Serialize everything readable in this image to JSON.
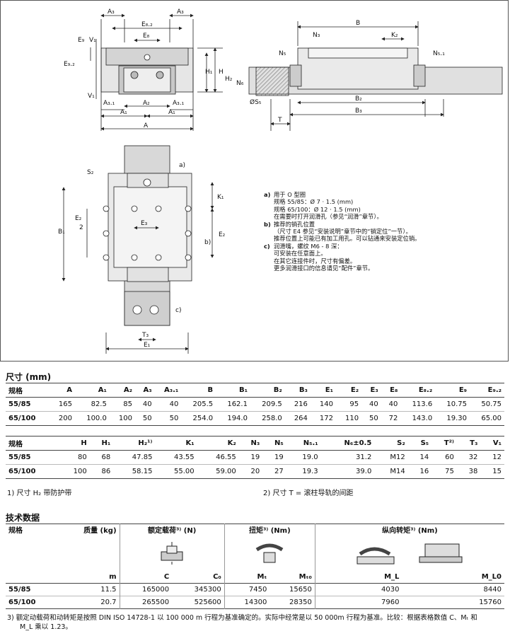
{
  "legend": {
    "a_key": "a)",
    "a_lines": [
      "用于 O 型圈",
      "规格 55/85：Ø 7 · 1.5 (mm)",
      "规格 65/100：Ø 12 · 1.5 (mm)",
      "在需要时打开润滑孔（参见“润滑”章节）。"
    ],
    "b_key": "b)",
    "b_lines": [
      "推荐的销孔位置",
      "（尺寸 E4 参见“安装说明”章节中的“销定位”一节）。",
      "推荐位置上可能已有加工用孔。可以钻通来安装定位销。"
    ],
    "c_key": "c)",
    "c_lines": [
      "润滑嘴，螺纹 M6 - 8 深：",
      "可安装在任意面上。",
      "在其它连接件时，尺寸有偏差。",
      "更多润滑接口的信息请见“配件”章节。"
    ]
  },
  "dims_title": "尺寸 (mm)",
  "table1": {
    "headers": [
      "规格",
      "A",
      "A₁",
      "A₂",
      "A₃",
      "A₃.₁",
      "B",
      "B₁",
      "B₂",
      "B₃",
      "E₁",
      "E₂",
      "E₃",
      "E₈",
      "E₈.₂",
      "E₉",
      "E₉.₂"
    ],
    "rows": [
      [
        "55/85",
        "165",
        "82.5",
        "85",
        "40",
        "40",
        "205.5",
        "162.1",
        "209.5",
        "216",
        "140",
        "95",
        "40",
        "40",
        "113.6",
        "10.75",
        "50.75"
      ],
      [
        "65/100",
        "200",
        "100.0",
        "100",
        "50",
        "50",
        "254.0",
        "194.0",
        "258.0",
        "264",
        "172",
        "110",
        "50",
        "72",
        "143.0",
        "19.30",
        "65.00"
      ]
    ]
  },
  "table2": {
    "headers": [
      "规格",
      "H",
      "H₁",
      "H₂¹⁾",
      "K₁",
      "K₂",
      "N₃",
      "N₅",
      "N₅.₁",
      "N₆±0.5",
      "S₂",
      "S₅",
      "T²⁾",
      "T₃",
      "V₁"
    ],
    "rows": [
      [
        "55/85",
        "80",
        "68",
        "47.85",
        "43.55",
        "46.55",
        "19",
        "19",
        "19.0",
        "31.2",
        "M12",
        "14",
        "60",
        "32",
        "12"
      ],
      [
        "65/100",
        "100",
        "86",
        "58.15",
        "55.00",
        "59.00",
        "20",
        "27",
        "19.3",
        "39.0",
        "M14",
        "16",
        "75",
        "38",
        "15"
      ]
    ]
  },
  "note1": "1)  尺寸 H₂ 带防护带",
  "note2": "2)  尺寸 T = 滚柱导轨的间距",
  "tech_title": "技术数据",
  "tech": {
    "h_spec": "规格",
    "h_mass": "质量 (kg)",
    "h_load": "额定载荷³⁾ (N)",
    "h_torque": "扭矩³⁾ (Nm)",
    "h_ltorque": "纵向转矩³⁾ (Nm)",
    "s_m": "m",
    "s_c": "C",
    "s_c0": "C₀",
    "s_mt": "Mₜ",
    "s_mt0": "Mₜ₀",
    "s_ml": "M_L",
    "s_ml0": "M_L0",
    "rows": [
      [
        "55/85",
        "11.5",
        "165000",
        "345300",
        "7450",
        "15650",
        "4030",
        "8440"
      ],
      [
        "65/100",
        "20.7",
        "265500",
        "525600",
        "14300",
        "28350",
        "7960",
        "15760"
      ]
    ]
  },
  "footnote3_a": "3)  额定动载荷和动转矩是按照 DIN ISO 14728-1 以 100 000 m 行程为基准确定的。实际中经常是以 50 000m 行程为基准。比较：根据表格数值 C、Mₜ 和",
  "footnote3_b": "M_L 乘以 1.23。",
  "labels": {
    "A3": "A₃",
    "E82": "E₈.₂",
    "E9": "E₉",
    "V1": "V₁",
    "E8": "E₈",
    "E92": "E₉.₂",
    "H1": "H₁",
    "H": "H",
    "A31": "A₃.₁",
    "A2": "A₂",
    "A1": "A₁",
    "A": "A",
    "B": "B",
    "N3": "N₃",
    "K2": "K₂",
    "N5": "N₅",
    "N51": "N₅.₁",
    "H2": "H₂",
    "N6": "N₆",
    "S5": "ØS₅",
    "B2": "B₂",
    "B3": "B₃",
    "T": "T",
    "S2": "S₂",
    "K1": "K₁",
    "E2": "E₂",
    "E22": "E₂",
    "two": "2",
    "E3": "E₃",
    "B1": "B₁",
    "T3": "T₃",
    "E1": "E₁",
    "a": "a)",
    "b": "b)",
    "c": "c)"
  }
}
